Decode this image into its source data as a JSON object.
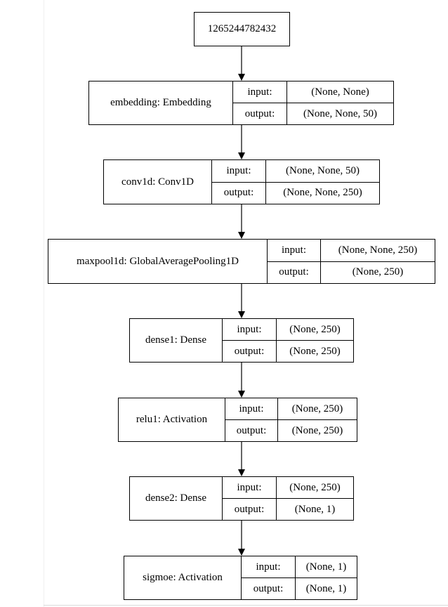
{
  "root": {
    "label": "1265244782432"
  },
  "layers": [
    {
      "name": "embedding: Embedding",
      "input_label": "input:",
      "output_label": "output:",
      "input": "(None, None)",
      "output": "(None, None, 50)"
    },
    {
      "name": "conv1d: Conv1D",
      "input_label": "input:",
      "output_label": "output:",
      "input": "(None, None, 50)",
      "output": "(None, None, 250)"
    },
    {
      "name": "maxpool1d: GlobalAveragePooling1D",
      "input_label": "input:",
      "output_label": "output:",
      "input": "(None, None, 250)",
      "output": "(None, 250)"
    },
    {
      "name": "dense1: Dense",
      "input_label": "input:",
      "output_label": "output:",
      "input": "(None, 250)",
      "output": "(None, 250)"
    },
    {
      "name": "relu1: Activation",
      "input_label": "input:",
      "output_label": "output:",
      "input": "(None, 250)",
      "output": "(None, 250)"
    },
    {
      "name": "dense2: Dense",
      "input_label": "input:",
      "output_label": "output:",
      "input": "(None, 250)",
      "output": "(None, 1)"
    },
    {
      "name": "sigmoe: Activation",
      "input_label": "input:",
      "output_label": "output:",
      "input": "(None, 1)",
      "output": "(None, 1)"
    }
  ],
  "colors": {
    "line": "#000000",
    "background": "#ffffff"
  }
}
